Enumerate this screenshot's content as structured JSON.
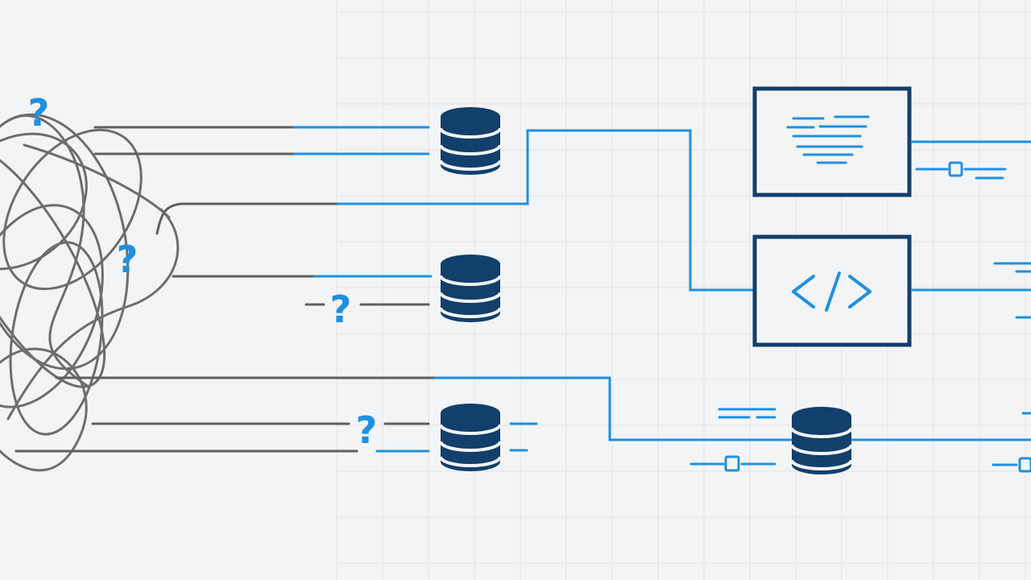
{
  "colors": {
    "background": "#f3f4f5",
    "grid": "#e3e5e8",
    "tangle": "#6d6d6d",
    "wire_gray": "#5f5f5f",
    "wire_blue": "#1e90e0",
    "question": "#1e8fe1",
    "node_navy": "#123f6b"
  },
  "question_marks": [
    {
      "id": "question-mark-top",
      "text": "?"
    },
    {
      "id": "question-mark-middle",
      "text": "?"
    },
    {
      "id": "question-mark-line-2",
      "text": "?"
    },
    {
      "id": "question-mark-line-3",
      "text": "?"
    }
  ],
  "nodes": {
    "databases": [
      "database-icon-top",
      "database-icon-middle",
      "database-icon-bottom",
      "database-icon-output"
    ],
    "panels": [
      "document-panel",
      "code-panel"
    ]
  },
  "code_panel_symbol": "</>",
  "icons": [
    "database-icon",
    "document-icon",
    "code-icon",
    "connector-node-icon"
  ]
}
